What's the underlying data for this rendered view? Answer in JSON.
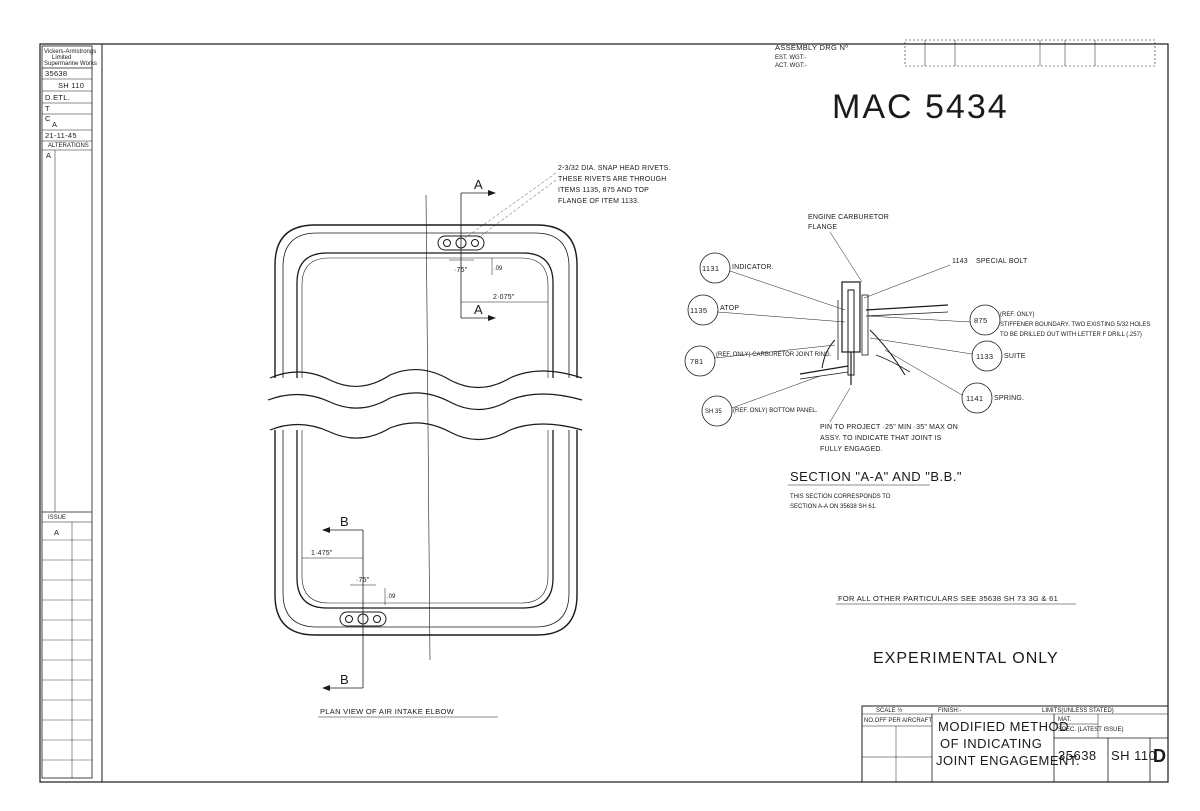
{
  "sidebar": {
    "header": [
      "Vickers-Armstrongs",
      "Limited",
      "Supermarine Works"
    ],
    "rows": [
      "35638",
      "SH 110",
      "D.ETL.",
      "T",
      "C",
      "A",
      "21-11-45"
    ],
    "alterations_label": "ALTERATIONS",
    "alteration_letter": "A",
    "issue_label": "ISSUE",
    "issue_letter": "A"
  },
  "header": {
    "assembly_label": "ASSEMBLY DRG Nº",
    "est_wt": "EST. WGT:-",
    "act_wt": "ACT. WGT:-",
    "drawing_number": "MAC 5434"
  },
  "plan_view": {
    "section_a": "A",
    "section_b": "B",
    "dim_2075": "2·075\"",
    "dim_1475": "1·475\"",
    "dim_75_top": "·75\"",
    "dim_75_bot": "·75\"",
    "title": "PLAN VIEW OF AIR INTAKE ELBOW"
  },
  "rivet_note": [
    "2-3/32 DIA. SNAP HEAD RIVETS.",
    "THESE RIVETS ARE THROUGH",
    "ITEMS 1135, 875 AND TOP",
    "FLANGE OF ITEM 1133."
  ],
  "section_view": {
    "engine_flange": [
      "ENGINE CARBURETOR",
      "FLANGE"
    ],
    "callouts": [
      {
        "num": "1131",
        "text": "INDICATOR."
      },
      {
        "num": "1135",
        "text": "ATOP"
      },
      {
        "num": "781",
        "text": "(REF. ONLY) CARBURETOR JOINT RING."
      },
      {
        "num": "SH 35",
        "text": "(REF. ONLY) BOTTOM PANEL."
      },
      {
        "num": "1143",
        "text": "SPECIAL BOLT"
      },
      {
        "num": "875",
        "text": "(REF. ONLY)"
      },
      {
        "num": "1133",
        "text": "SUITE"
      },
      {
        "num": "1141",
        "text": "SPRING."
      }
    ],
    "stiffener_note": [
      "STIFFENER BOUNDARY. TWO EXISTING 5/32 HOLES",
      "TO BE DRILLED OUT WITH LETTER F DRILL (.257)"
    ],
    "pin_note": [
      "PIN TO PROJECT ·25\" MIN ·35\" MAX ON",
      "ASSY. TO INDICATE THAT JOINT IS",
      "FULLY ENGAGED."
    ],
    "section_title": "SECTION \"A-A\" AND \"B.B.\"",
    "section_note": [
      "THIS SECTION CORRESPONDS TO",
      "SECTION A-A ON 35638 SH 61."
    ]
  },
  "particulars_note": "FOR ALL OTHER PARTICULARS SEE 35638 SH 73 3G & 61",
  "experimental": "EXPERIMENTAL ONLY",
  "title_block": {
    "scale": "SCALE ½",
    "finish": "FINISH:-",
    "limits": "LIMITS(UNLESS STATED)",
    "no_off": "NO.OFF PER AIRCRAFT",
    "title_lines": [
      "MODIFIED METHOD",
      "OF INDICATING",
      "JOINT ENGAGEMENT."
    ],
    "mat": "MAT.",
    "spec": "SPEC. (LATEST ISSUE)",
    "drawing_no": "35638",
    "sheet": "SH 110",
    "issue": "D"
  }
}
